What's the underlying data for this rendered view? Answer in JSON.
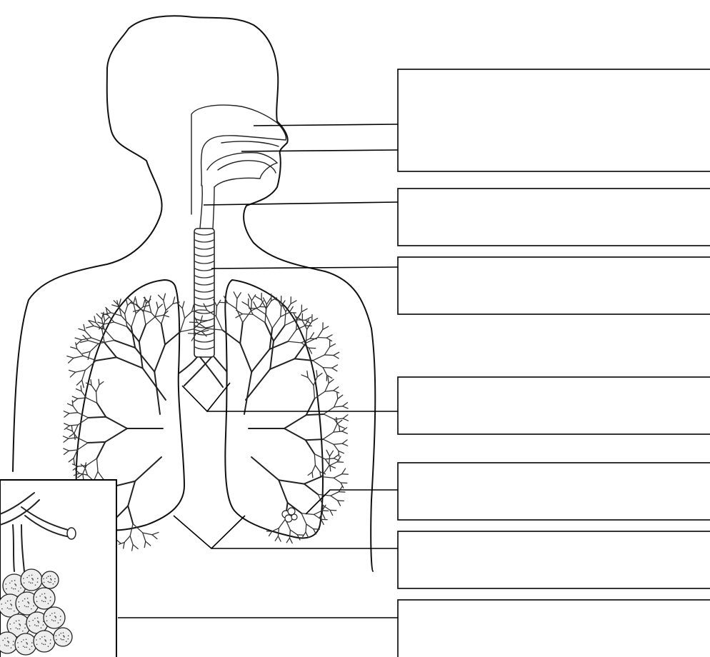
{
  "diagram": {
    "label_boxes": [
      {
        "id": "box-1",
        "text": ""
      },
      {
        "id": "box-2",
        "text": ""
      },
      {
        "id": "box-3",
        "text": ""
      },
      {
        "id": "box-4",
        "text": ""
      },
      {
        "id": "box-5",
        "text": ""
      },
      {
        "id": "box-6",
        "text": ""
      },
      {
        "id": "box-7",
        "text": ""
      }
    ]
  }
}
